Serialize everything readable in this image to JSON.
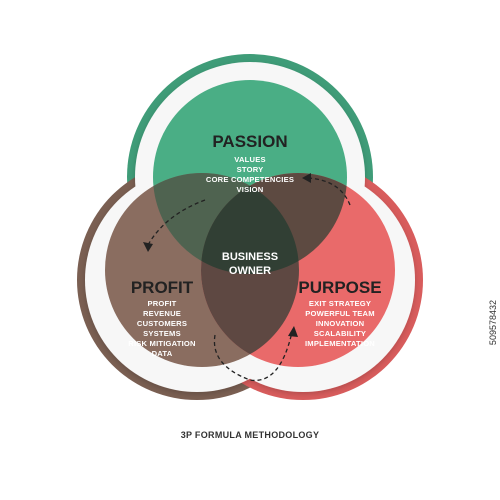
{
  "passion": {
    "title": "PASSION",
    "items": [
      "VALUES",
      "STORY",
      "CORE COMPETENCIES",
      "VISION"
    ],
    "color": "#4aae85"
  },
  "profit": {
    "title": "PROFIT",
    "items": [
      "PROFIT",
      "REVENUE",
      "CUSTOMERS",
      "SYSTEMS",
      "RISK MITIGATION",
      "DATA"
    ],
    "color": "#7a5f52"
  },
  "purpose": {
    "title": "PURPOSE",
    "items": [
      "EXIT STRATEGY",
      "POWERFUL TEAM",
      "INNOVATION",
      "SCALABILITY",
      "IMPLEMENTATION"
    ],
    "color": "#e96a6a"
  },
  "center": {
    "line1": "BUSINESS",
    "line2": "OWNER"
  },
  "caption": "3P FORMULA METHODOLOGY",
  "stock_id": "509578432"
}
